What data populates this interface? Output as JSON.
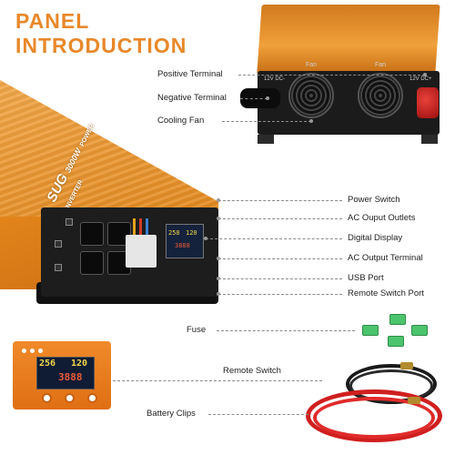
{
  "title": {
    "line1": "PANEL",
    "line2": "INTRODUCTION"
  },
  "rear_panel": {
    "callouts": [
      "Positive Terminal",
      "Negative Terminal",
      "Cooling Fan"
    ],
    "fan_label": "Fan",
    "dc_negative": "12V DC-",
    "dc_positive": "12V DC+"
  },
  "front_panel": {
    "callouts": [
      "Power Switch",
      "AC Ouput Outlets",
      "Digital Display",
      "AC Output Terminal",
      "USB Port",
      "Remote Switch Port"
    ],
    "brand": "SUG",
    "brand_sub": "POWER INVERTER",
    "model": "3000W",
    "lcd_line1": "258",
    "lcd_line1b": "120",
    "lcd_line2": "3888"
  },
  "accessories": {
    "callouts": [
      "Fuse",
      "Remote Switch",
      "Battery Clips"
    ],
    "remote_line1": "256",
    "remote_line1b": "120",
    "remote_line2": "3888"
  },
  "colors": {
    "accent": "#e8882a",
    "leader": "#8a8a8a"
  }
}
